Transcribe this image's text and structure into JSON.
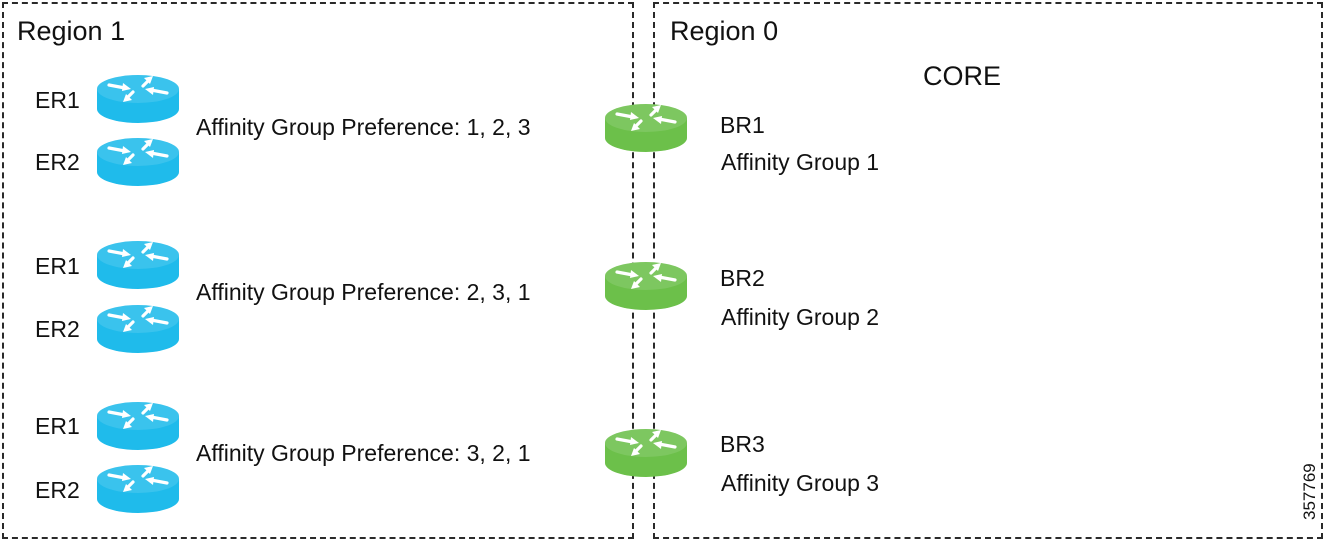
{
  "colors": {
    "edge_router": "#1fbbeb",
    "border_router": "#6cc04a",
    "border": "#2a2a2a"
  },
  "regions": {
    "region1": {
      "label": "Region 1"
    },
    "region0": {
      "label": "Region 0",
      "core_label": "CORE"
    }
  },
  "edge_groups": [
    {
      "routers": [
        "ER1",
        "ER2"
      ],
      "preference": "Affinity Group Preference: 1, 2, 3"
    },
    {
      "routers": [
        "ER1",
        "ER2"
      ],
      "preference": "Affinity Group Preference: 2, 3, 1"
    },
    {
      "routers": [
        "ER1",
        "ER2"
      ],
      "preference": "Affinity Group Preference: 3, 2, 1"
    }
  ],
  "border_routers": [
    {
      "name": "BR1",
      "group": "Affinity Group 1"
    },
    {
      "name": "BR2",
      "group": "Affinity Group 2"
    },
    {
      "name": "BR3",
      "group": "Affinity Group 3"
    }
  ],
  "figure_id": "357769",
  "icons": {
    "edge_router": "router-icon",
    "border_router": "router-icon"
  }
}
